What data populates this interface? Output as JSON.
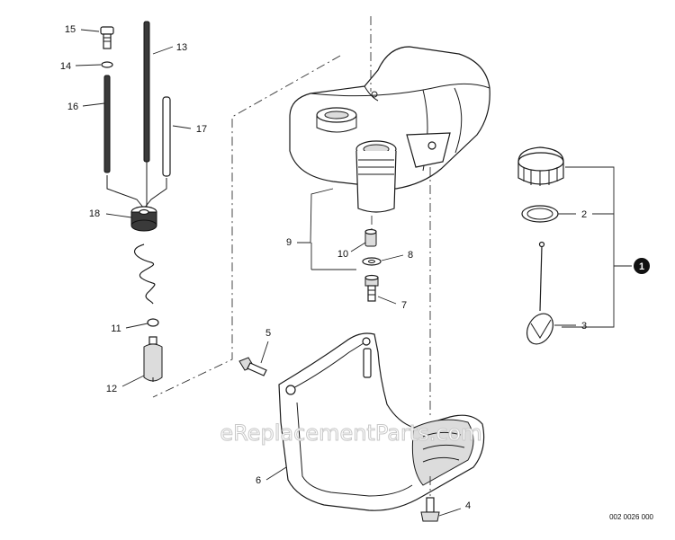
{
  "callouts": [
    {
      "id": "1",
      "label": "1"
    },
    {
      "id": "2",
      "label": "2"
    },
    {
      "id": "3",
      "label": "3"
    },
    {
      "id": "4",
      "label": "4"
    },
    {
      "id": "5",
      "label": "5"
    },
    {
      "id": "6",
      "label": "6"
    },
    {
      "id": "7",
      "label": "7"
    },
    {
      "id": "8",
      "label": "8"
    },
    {
      "id": "9",
      "label": "9"
    },
    {
      "id": "10",
      "label": "10"
    },
    {
      "id": "11",
      "label": "11"
    },
    {
      "id": "12",
      "label": "12"
    },
    {
      "id": "13",
      "label": "13"
    },
    {
      "id": "14",
      "label": "14"
    },
    {
      "id": "15",
      "label": "15"
    },
    {
      "id": "16",
      "label": "16"
    },
    {
      "id": "17",
      "label": "17"
    },
    {
      "id": "18",
      "label": "18"
    }
  ],
  "watermark": "eReplacementParts.com",
  "catalog_number": "002 0026 000"
}
